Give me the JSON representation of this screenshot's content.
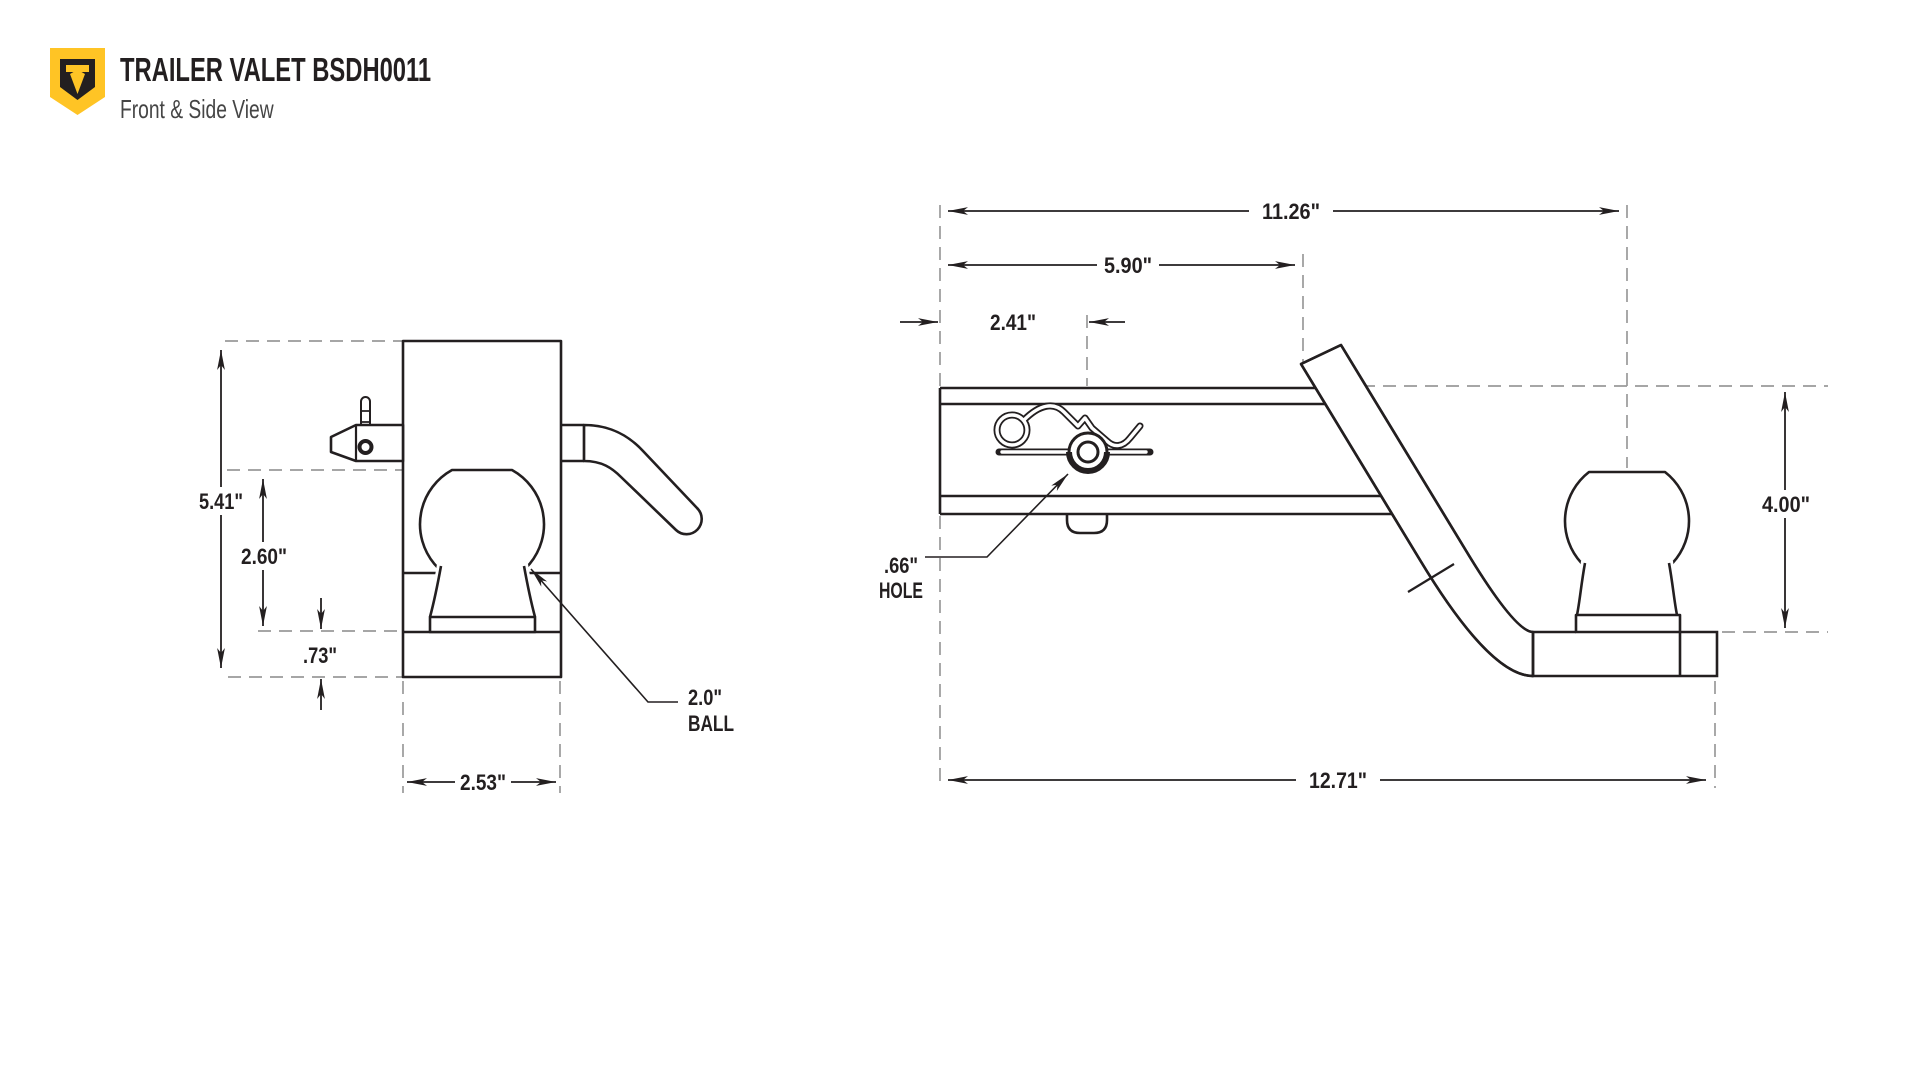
{
  "header": {
    "title": "TRAILER VALET BSDH0011",
    "subtitle": "Front & Side View",
    "logo": "trailer-valet-shield"
  },
  "colors": {
    "brand_yellow": "#FFC425",
    "line_dark": "#231F20",
    "dashed_gray": "#9A9A9A"
  },
  "front_view": {
    "dim_overall_height": "5.41\"",
    "dim_ball_top_to_platform": "2.60\"",
    "dim_base_band_height": ".73\"",
    "dim_width": "2.53\"",
    "ball_callout_value": "2.0\"",
    "ball_callout_word": "BALL"
  },
  "side_view": {
    "dim_end_to_ball_center": "11.26\"",
    "dim_end_to_bend": "5.90\"",
    "dim_end_to_pin_hole": "2.41\"",
    "dim_rise_height": "4.00\"",
    "dim_overall_length": "12.71\"",
    "hole_callout_value": ".66\"",
    "hole_callout_word": "HOLE"
  }
}
